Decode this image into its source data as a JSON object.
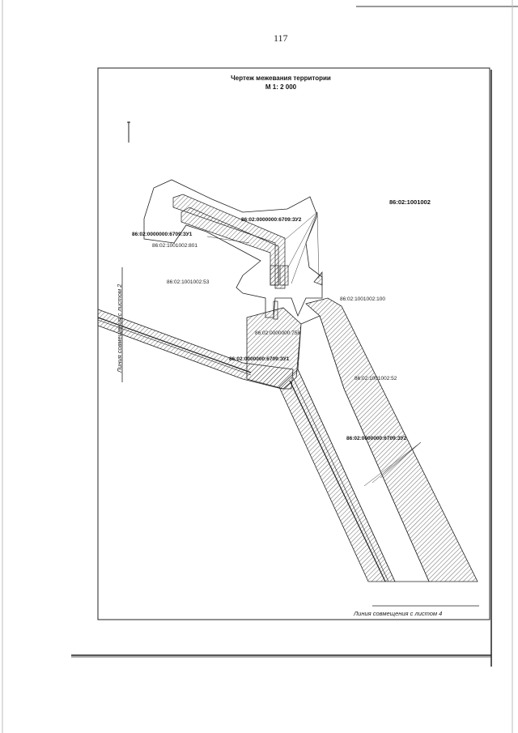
{
  "page_number": "117",
  "title": {
    "line1": "Чертеж межевания территории",
    "line2": "М 1: 2 000"
  },
  "map_labels": {
    "block": "86:02:1001002",
    "zu2_top": "86:02:0000000:6709:ЗУ2",
    "zu1_top": "86:02:0000000:6709:ЗУ1",
    "parcel_801": "86:02:1001002:801",
    "parcel_53": "86:02:1001002:53",
    "parcel_100": "86:02:1001002:100",
    "parcel_758": "86:02:0000000:758",
    "zu1_center": "86:02:0000000:6709:ЗУ1",
    "parcel_52": "86:02:1001002:52",
    "zu2_bottom": "86:02:0000000:6709:ЗУ2"
  },
  "sheet_links": {
    "left": "Линия совмещения с листом 2",
    "bottom": "Линия совмещения с листом 4"
  },
  "colors": {
    "line": "#222222",
    "hatch": "#444444"
  }
}
